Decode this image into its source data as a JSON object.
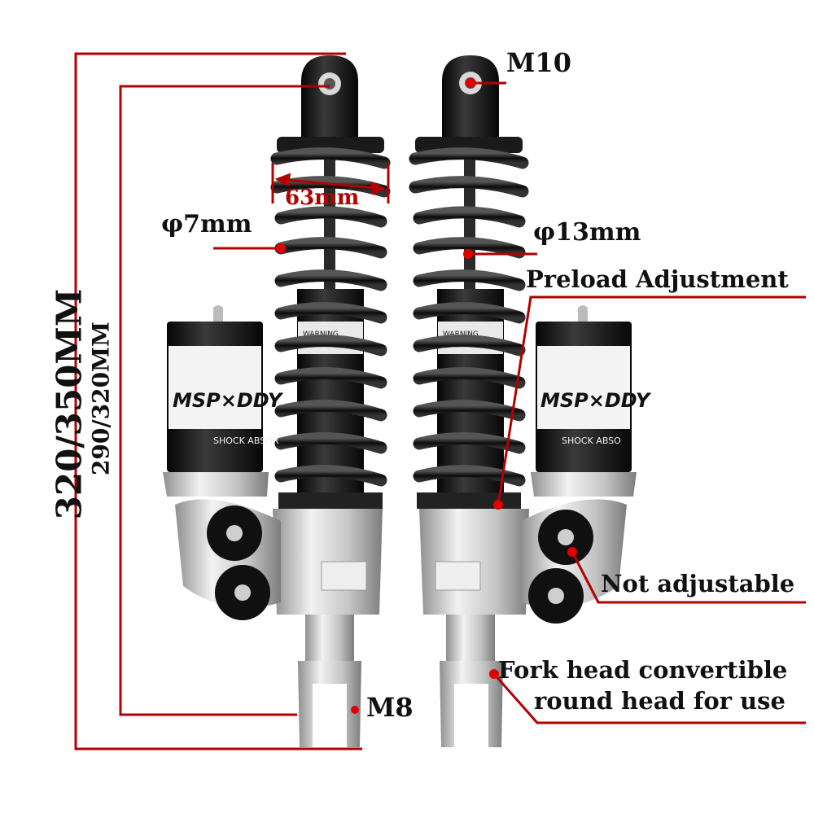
{
  "labels": {
    "outer_length": "320/350MM",
    "inner_length": "290/320MM",
    "top_mount": "M10",
    "bottom_mount": "M8",
    "spring_width": "63mm",
    "wire_left": "φ7mm",
    "wire_right": "φ13mm",
    "preload": "Preload Adjustment",
    "not_adjustable": "Not adjustable",
    "fork_line1": "Fork head convertible",
    "fork_line2": "round head for use"
  },
  "product": {
    "brand_text": "MSP×DDY",
    "shock_text_left": "SHOCK ABSOR",
    "shock_text_right": "SHOCK ABSO",
    "warning_text": "WARNING"
  },
  "colors": {
    "annotation_red": "#b30000",
    "marker_red": "#e00000",
    "spring_black": "#111111",
    "body_silver": "#c9c9c9"
  }
}
